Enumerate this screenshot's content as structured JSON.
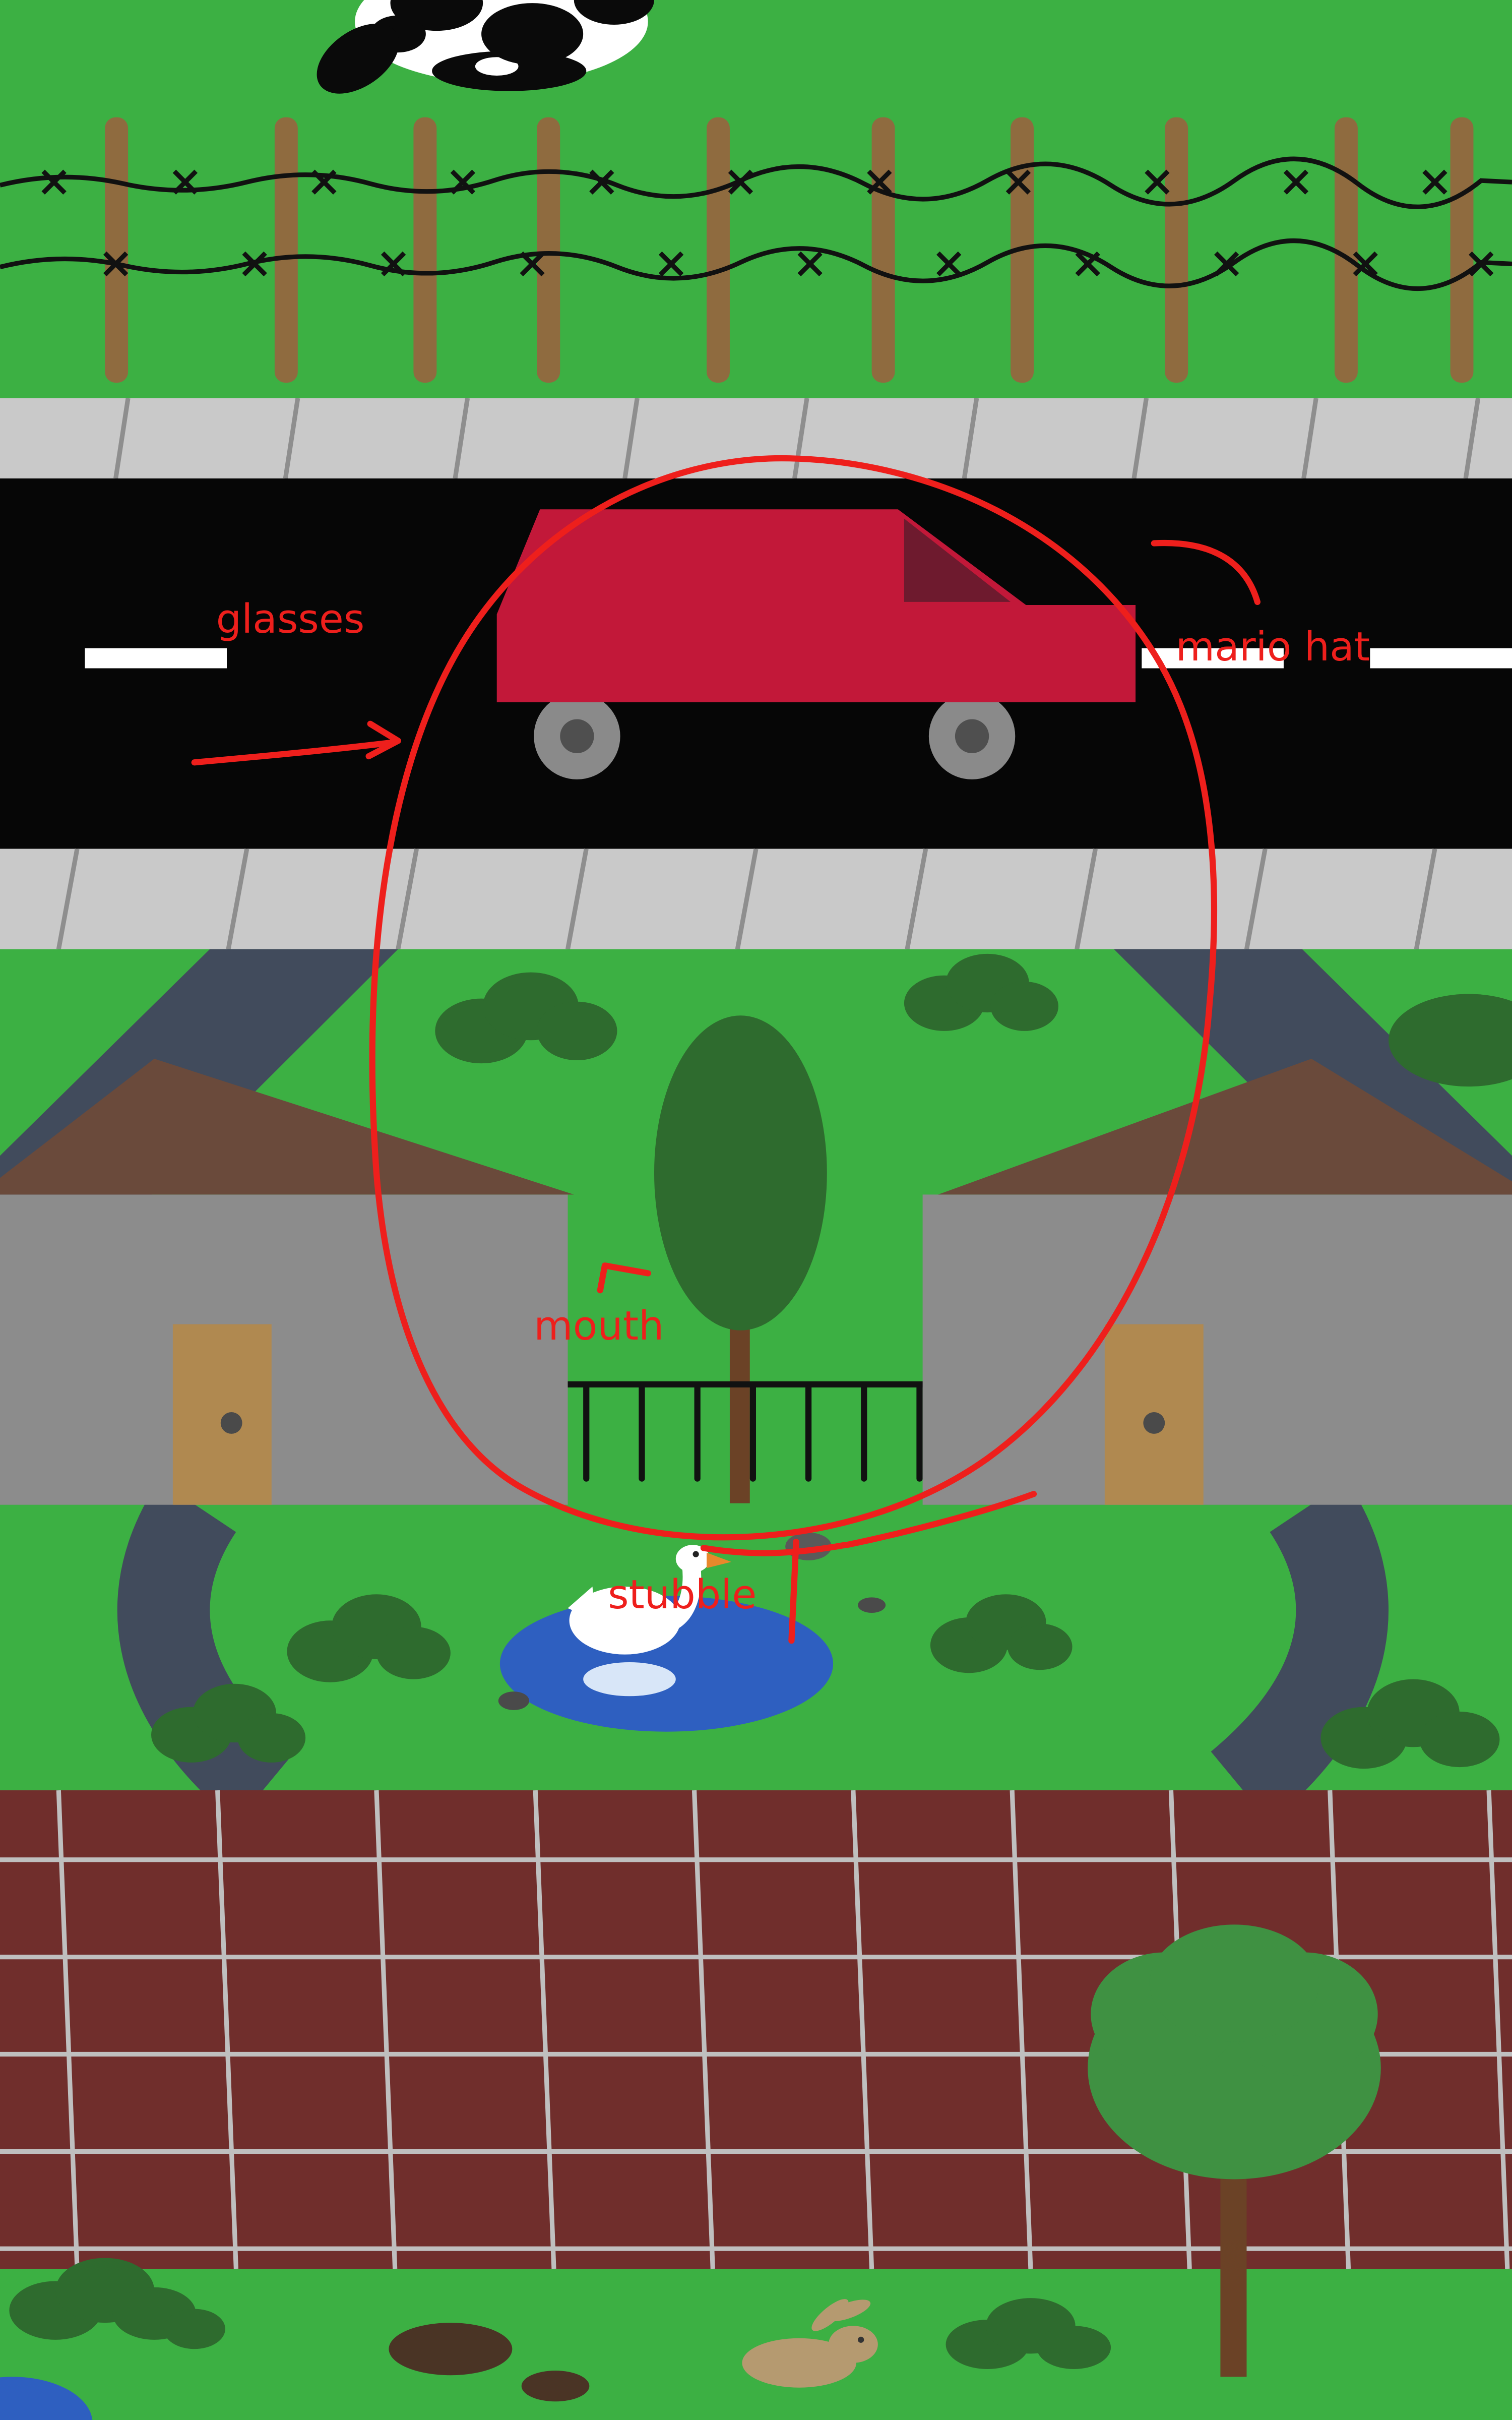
{
  "scene": {
    "annotations": {
      "glasses": "glasses",
      "mario_hat": "mario hat",
      "mouth": "mouth",
      "stubble": "stubble"
    },
    "colors": {
      "grass": "#3CB043",
      "fencePost": "#8F6B3F",
      "wire": "#111111",
      "sidewalk": "#C9C9C9",
      "sidewalkLine": "#8E8E8E",
      "road": "#060606",
      "roadLine": "#FFFFFF",
      "carBody": "#C21839",
      "carWindow": "#6E1A2E",
      "wheelOuter": "#8A8A8A",
      "wheelHub": "#4F4F4F",
      "annotation": "#EE1F1C",
      "driveway": "#414B5C",
      "bush": "#2E6B2E",
      "roof": "#6A4A3B",
      "house": "#8C8C8C",
      "door": "#B08950",
      "knob": "#4A4A4A",
      "pond": "#2E5FC0",
      "goose": "#FFFFFF",
      "beak": "#E8882B",
      "brick": "#702E2C",
      "mortar": "#BFBFBF",
      "treeFront": "#3F9142",
      "trunk": "#6B4226",
      "rabbit": "#B59A70",
      "dirt": "#4A3425",
      "cowWhite": "#FFFFFF",
      "cowBlack": "#0A0A0A",
      "rock": "#5A5A5A"
    }
  }
}
